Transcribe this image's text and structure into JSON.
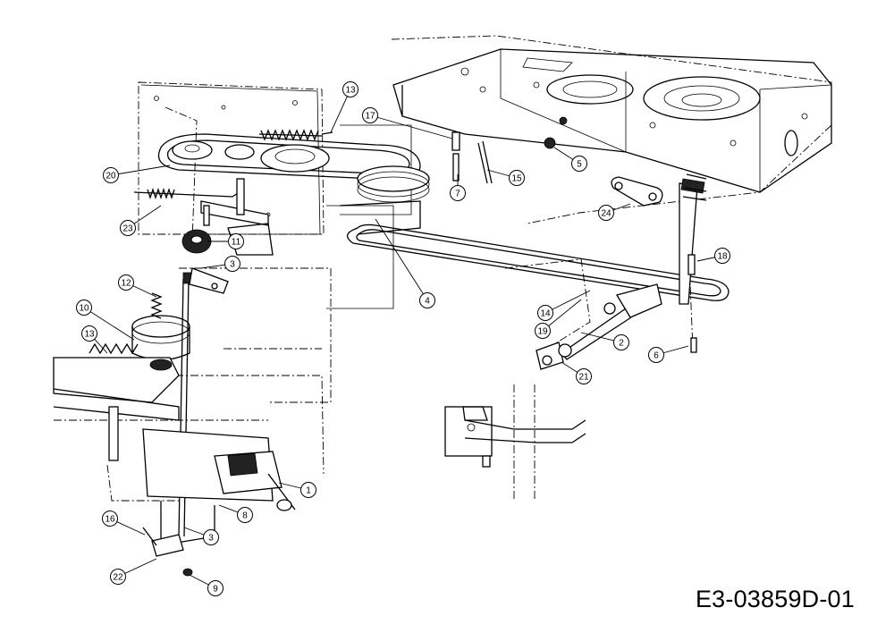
{
  "drawing_id": "E3-03859D-01",
  "callouts": [
    {
      "label": "1"
    },
    {
      "label": "2"
    },
    {
      "label": "3"
    },
    {
      "label": "3"
    },
    {
      "label": "4"
    },
    {
      "label": "5"
    },
    {
      "label": "6"
    },
    {
      "label": "7"
    },
    {
      "label": "8"
    },
    {
      "label": "9"
    },
    {
      "label": "10"
    },
    {
      "label": "11"
    },
    {
      "label": "12"
    },
    {
      "label": "13"
    },
    {
      "label": "13"
    },
    {
      "label": "14"
    },
    {
      "label": "15"
    },
    {
      "label": "16"
    },
    {
      "label": "17"
    },
    {
      "label": "18"
    },
    {
      "label": "19"
    },
    {
      "label": "20"
    },
    {
      "label": "21"
    },
    {
      "label": "22"
    },
    {
      "label": "23"
    },
    {
      "label": "24"
    }
  ]
}
